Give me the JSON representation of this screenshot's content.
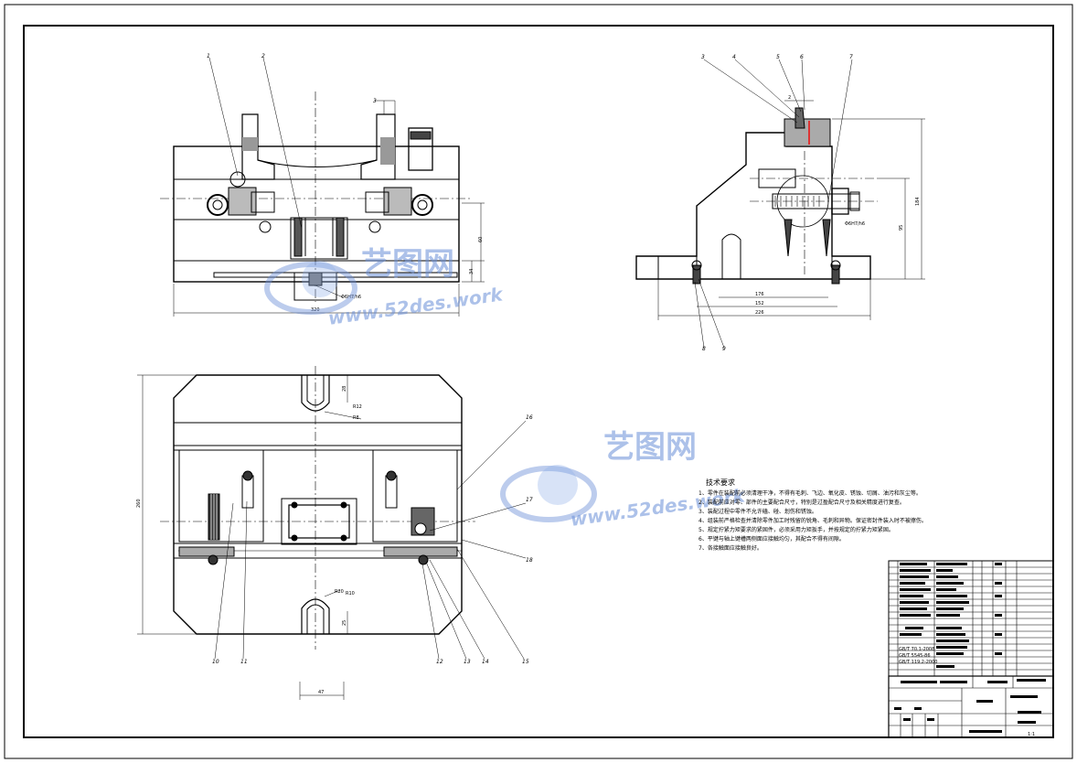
{
  "drawing": {
    "front_view": {
      "balloons": [
        "1",
        "2",
        "3"
      ],
      "dims": {
        "width": "320",
        "h1": "60",
        "h2": "34",
        "fit": "Φ6H7/h6"
      }
    },
    "side_view": {
      "balloons": [
        "3",
        "4",
        "5",
        "6",
        "7",
        "8",
        "9"
      ],
      "dims": {
        "height": "184",
        "h2": "95",
        "w1": "176",
        "w2": "152",
        "w3": "226",
        "fit": "Φ6H7/h6",
        "s2": "2"
      }
    },
    "top_view": {
      "balloons": [
        "10",
        "11",
        "12",
        "13",
        "14",
        "15",
        "16",
        "17",
        "18"
      ],
      "dims": {
        "height": "260",
        "d1": "R12",
        "d2": "R8",
        "d3": "28",
        "d4": "R20",
        "d5": "R10",
        "d6": "25",
        "bottom": "47"
      }
    }
  },
  "watermark": {
    "brand": "艺图网",
    "url": "www.52des.work"
  },
  "tech_req": {
    "title": "技术要求",
    "lines": [
      "1、零件在装配前必须清理干净，不得有毛刺、飞边、氧化皮、锈蚀、切屑、油污和灰尘等。",
      "2、装配前应对零、部件的主要配合尺寸，特别是过盈配合尺寸及相关精度进行复查。",
      "3、装配过程中零件不允许磕、碰、划伤和锈蚀。",
      "4、组装前严格检查并清除零件加工时残留的锐角、毛刺和异物。保证密封件装入时不被擦伤。",
      "5、规定拧紧力矩要求的紧固件，必须采用力矩扳手，并按规定的拧紧力矩紧固。",
      "6、平键与轴上键槽两侧面应接触均匀，其配合不得有间隙。",
      "7、各接触面应接触良好。"
    ]
  },
  "title_block": {
    "std_parts": [
      "GB/T 70.1-2008",
      "GB/T 5545-86",
      "GB/T 119.2-2000"
    ],
    "tag": "1:1"
  }
}
